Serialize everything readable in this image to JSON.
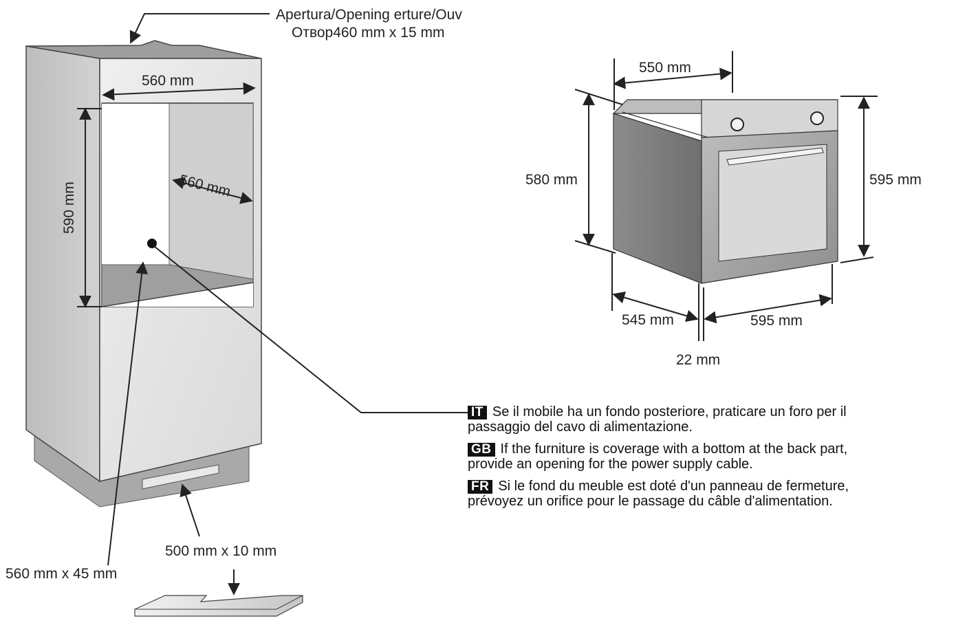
{
  "cabinet": {
    "top_opening_line1": "Apertura/Opening erture/Ouv",
    "top_opening_line2": "Отвор460 mm x 15 mm",
    "width_label": "560 mm",
    "depth_label": "560 mm",
    "height_label": "590 mm",
    "plinth_opening": "500 mm x 10 mm",
    "rear_opening": "560 mm x 45 mm"
  },
  "oven": {
    "top_depth": "550 mm",
    "side_height": "580 mm",
    "front_height": "595 mm",
    "bottom_depth": "545 mm",
    "front_width": "595 mm",
    "door_thickness": "22 mm"
  },
  "notes": [
    {
      "code": "IT",
      "line1": "Se il mobile ha un fondo posteriore, praticare un foro per il",
      "line2": "passaggio del cavo di alimentazione."
    },
    {
      "code": "GB",
      "line1": "If the furniture is coverage with a bottom at the back part,",
      "line2": "provide an opening for the power supply cable."
    },
    {
      "code": "FR",
      "line1": "Si le fond du meuble est doté d'un panneau de fermeture,",
      "line2": "prévoyez un orifice pour le passage du câble d'alimentation."
    }
  ],
  "colors": {
    "panel_light": "#e4e4e4",
    "panel_mid": "#c8c8c8",
    "panel_dark": "#9a9a9a",
    "line": "#222222"
  }
}
